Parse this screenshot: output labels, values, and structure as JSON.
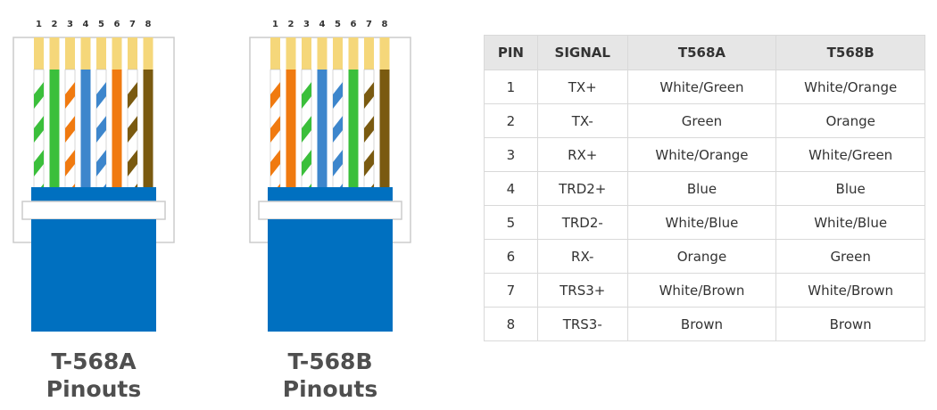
{
  "connectors": [
    {
      "caption_line1": "T-568A",
      "caption_line2": "Pinouts",
      "pin_numbers": [
        "1",
        "2",
        "3",
        "4",
        "5",
        "6",
        "7",
        "8"
      ],
      "wires": [
        {
          "base": "#ffffff",
          "stripe": "#3bbf3b",
          "solid": false
        },
        {
          "base": "#3bbf3b",
          "stripe": "#3bbf3b",
          "solid": true
        },
        {
          "base": "#ffffff",
          "stripe": "#f07a10",
          "solid": false
        },
        {
          "base": "#3d86cc",
          "stripe": "#3d86cc",
          "solid": true
        },
        {
          "base": "#ffffff",
          "stripe": "#3d86cc",
          "solid": false
        },
        {
          "base": "#f07a10",
          "stripe": "#f07a10",
          "solid": true
        },
        {
          "base": "#ffffff",
          "stripe": "#7a5a10",
          "solid": false
        },
        {
          "base": "#7a5a10",
          "stripe": "#7a5a10",
          "solid": true
        }
      ]
    },
    {
      "caption_line1": "T-568B",
      "caption_line2": "Pinouts",
      "pin_numbers": [
        "1",
        "2",
        "3",
        "4",
        "5",
        "6",
        "7",
        "8"
      ],
      "wires": [
        {
          "base": "#ffffff",
          "stripe": "#f07a10",
          "solid": false
        },
        {
          "base": "#f07a10",
          "stripe": "#f07a10",
          "solid": true
        },
        {
          "base": "#ffffff",
          "stripe": "#3bbf3b",
          "solid": false
        },
        {
          "base": "#3d86cc",
          "stripe": "#3d86cc",
          "solid": true
        },
        {
          "base": "#ffffff",
          "stripe": "#3d86cc",
          "solid": false
        },
        {
          "base": "#3bbf3b",
          "stripe": "#3bbf3b",
          "solid": true
        },
        {
          "base": "#ffffff",
          "stripe": "#7a5a10",
          "solid": false
        },
        {
          "base": "#7a5a10",
          "stripe": "#7a5a10",
          "solid": true
        }
      ]
    }
  ],
  "colors": {
    "jacket": "#0070c0",
    "contact": "#f5d77a",
    "housing_border": "#cccccc"
  },
  "table": {
    "headers": [
      "PIN",
      "SIGNAL",
      "T568A",
      "T568B"
    ],
    "rows": [
      [
        "1",
        "TX+",
        "White/Green",
        "White/Orange"
      ],
      [
        "2",
        "TX-",
        "Green",
        "Orange"
      ],
      [
        "3",
        "RX+",
        "White/Orange",
        "White/Green"
      ],
      [
        "4",
        "TRD2+",
        "Blue",
        "Blue"
      ],
      [
        "5",
        "TRD2-",
        "White/Blue",
        "White/Blue"
      ],
      [
        "6",
        "RX-",
        "Orange",
        "Green"
      ],
      [
        "7",
        "TRS3+",
        "White/Brown",
        "White/Brown"
      ],
      [
        "8",
        "TRS3-",
        "Brown",
        "Brown"
      ]
    ]
  }
}
